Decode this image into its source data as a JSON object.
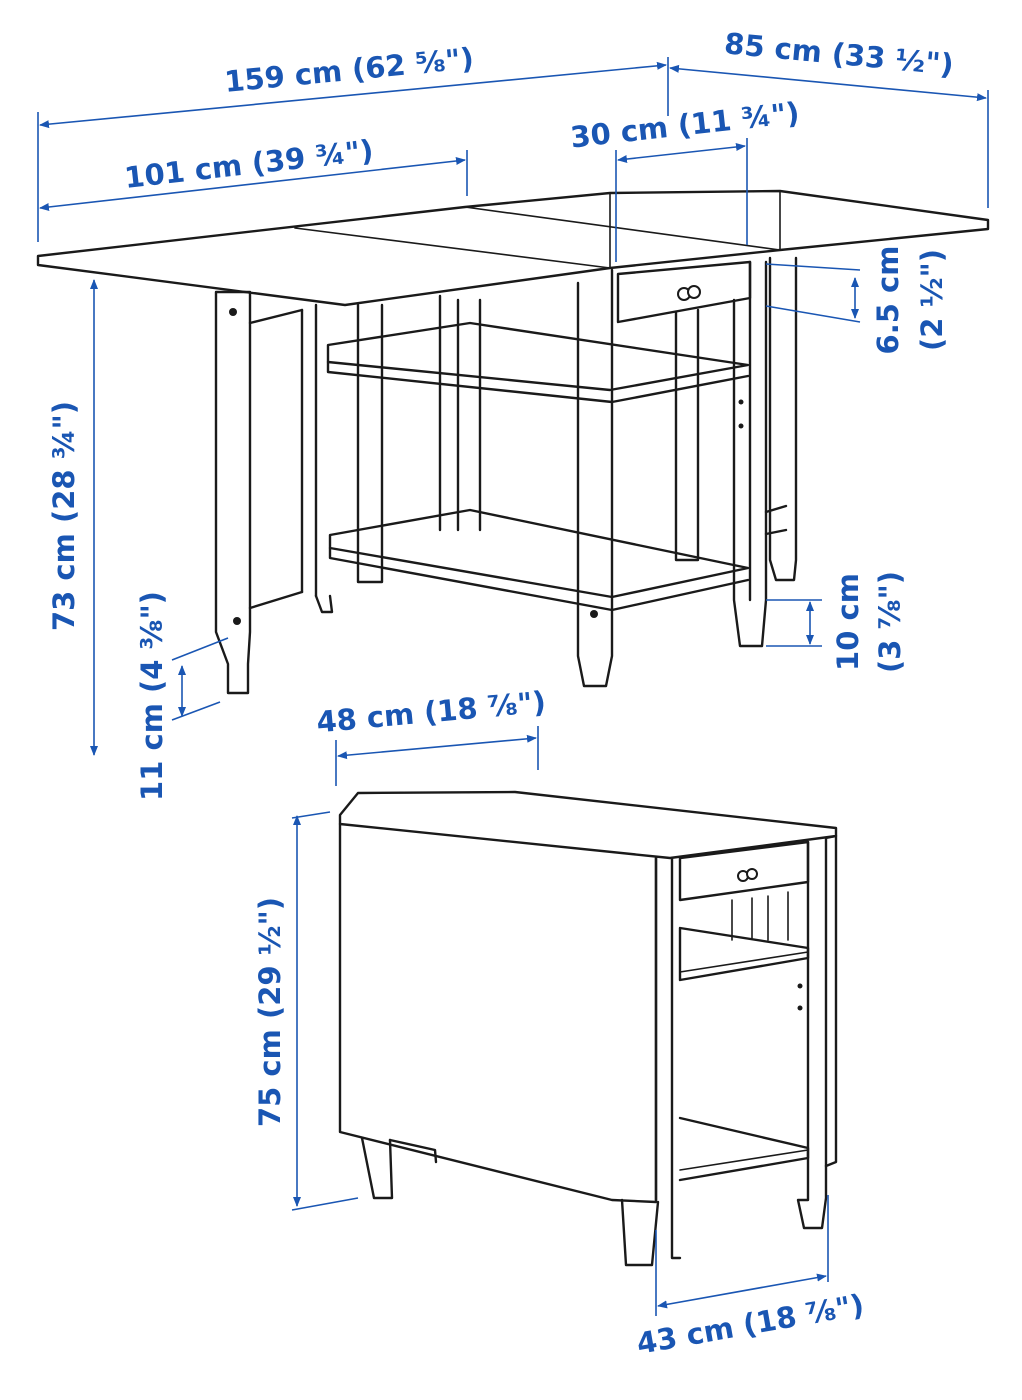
{
  "dimensions": {
    "total_width": "159 cm (62 ⅝\")",
    "depth": "85 cm (33 ½\")",
    "leaf_width": "101 cm (39 ¾\")",
    "drawer_width": "30 cm (11 ¾\")",
    "drawer_height_cm": "6.5 cm",
    "drawer_height_in": "(2 ½\")",
    "height_open": "73 cm (28 ¾\")",
    "leg_clearance_left": "11 cm (4 ⅜\")",
    "leg_clearance_right_cm": "10 cm",
    "leg_clearance_right_in": "(3 ⅞\")",
    "folded_width": "48 cm (18 ⅞\")",
    "folded_height": "75 cm (29 ½\")",
    "folded_depth": "43 cm (18 ⅞\")"
  },
  "colors": {
    "dimension": "#1a56b3",
    "line": "#1a1a1a",
    "background": "#ffffff"
  }
}
